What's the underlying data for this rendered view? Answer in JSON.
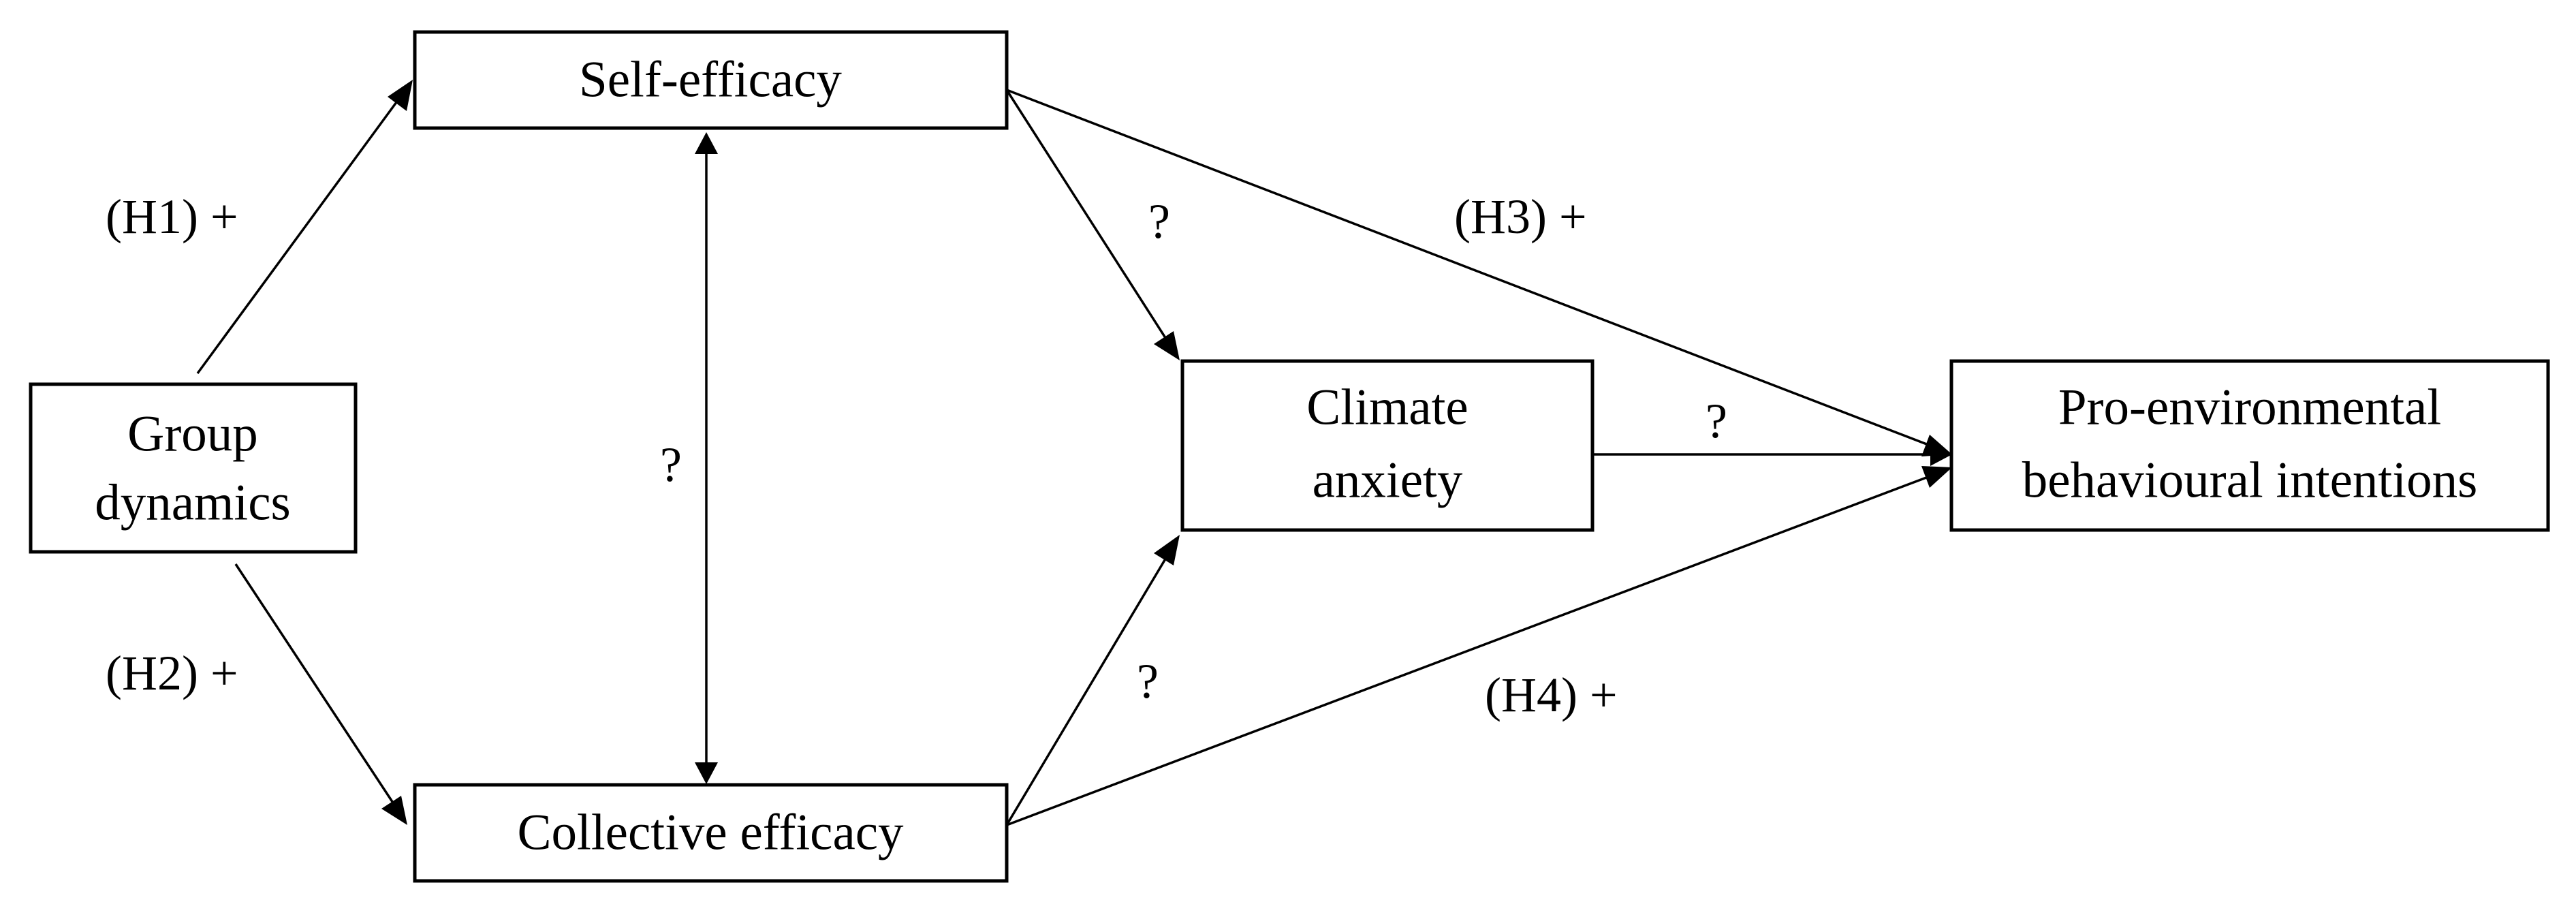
{
  "diagram": {
    "nodes": {
      "self_efficacy": {
        "label": "Self-efficacy"
      },
      "group_dynamics": {
        "line1": "Group",
        "line2": "dynamics"
      },
      "collective_efficacy": {
        "label": "Collective efficacy"
      },
      "climate_anxiety": {
        "line1": "Climate",
        "line2": "anxiety"
      },
      "pro_env": {
        "line1": "Pro-environmental",
        "line2": "behavioural intentions"
      }
    },
    "edges": {
      "h1": "(H1) +",
      "h2": "(H2) +",
      "h3": "(H3) +",
      "h4": "(H4) +",
      "self_collective": "?",
      "self_anxiety": "?",
      "collective_anxiety": "?",
      "anxiety_pro": "?"
    },
    "colors": {
      "stroke": "#000000",
      "background": "#ffffff"
    }
  }
}
